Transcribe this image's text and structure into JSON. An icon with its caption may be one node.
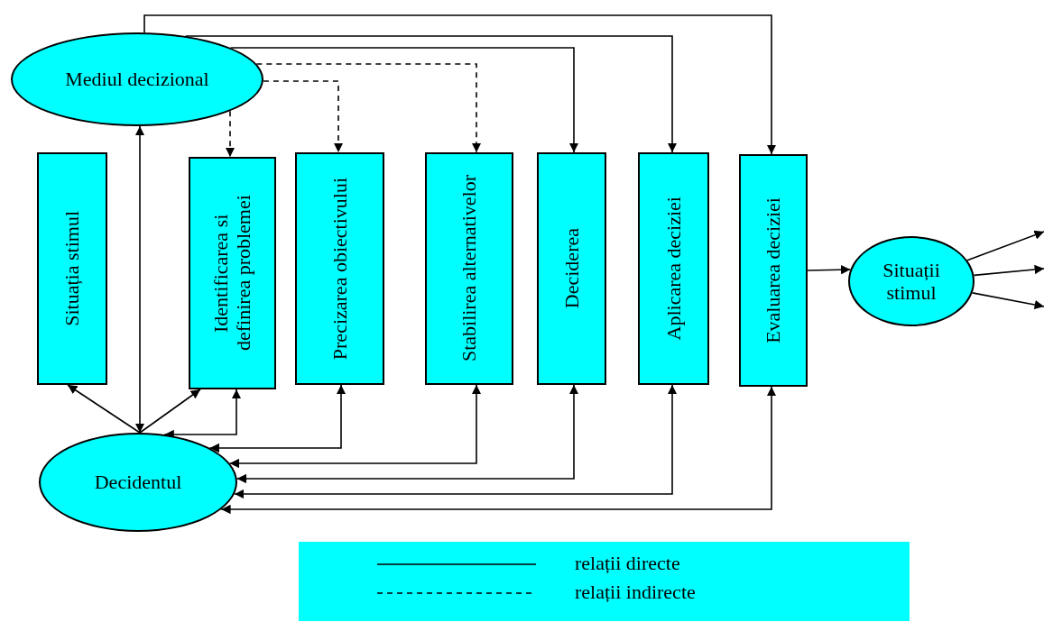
{
  "diagram": {
    "nodes": [
      {
        "text": [
          "Mediul decizional"
        ]
      },
      {
        "text": [
          "Situația stimul"
        ]
      },
      {
        "text": [
          "Identificarea si definirea problemei"
        ]
      },
      {
        "text": [
          "Precizarea obiectivului"
        ]
      },
      {
        "text": [
          "Stabilirea alternativelor"
        ]
      },
      {
        "text": [
          "Deciderea"
        ]
      },
      {
        "text": [
          "Aplicarea deciziei"
        ]
      },
      {
        "text": [
          "Evaluarea deciziei"
        ]
      },
      {
        "text": [
          "Situații stimul"
        ]
      },
      {
        "text": [
          "Decidentul"
        ]
      }
    ],
    "edges": [
      {
        "from": 0,
        "to": 7,
        "arrow": "to"
      },
      {
        "from": 0,
        "to": 6,
        "arrow": "to"
      },
      {
        "from": 0,
        "to": 5,
        "arrow": "to"
      },
      {
        "from": 0,
        "to": 4,
        "arrow": "to",
        "style": "dashed"
      },
      {
        "from": 0,
        "to": 3,
        "arrow": "to",
        "style": "dashed"
      },
      {
        "from": 0,
        "to": 2,
        "arrow": "to",
        "style": "dashed"
      },
      {
        "from": 9,
        "to": 0,
        "arrow": "both"
      },
      {
        "from": 9,
        "to": 1,
        "arrow": "to"
      },
      {
        "from": 9,
        "to": 2,
        "arrow": "to"
      },
      {
        "from": 2,
        "to": 9,
        "arrow": "both"
      },
      {
        "from": 3,
        "to": 9,
        "arrow": "both"
      },
      {
        "from": 4,
        "to": 9,
        "arrow": "both"
      },
      {
        "from": 5,
        "to": 9,
        "arrow": "both"
      },
      {
        "from": 6,
        "to": 9,
        "arrow": "both"
      },
      {
        "from": 7,
        "to": 9,
        "arrow": "both"
      },
      {
        "from": 7,
        "to": 8,
        "arrow": "to"
      },
      {
        "from": 8,
        "to": null,
        "arrow": "to"
      },
      {
        "from": 8,
        "to": null,
        "arrow": "to"
      },
      {
        "from": 8,
        "to": null,
        "arrow": "to"
      }
    ],
    "legend": [
      {
        "text": "relații directe"
      },
      {
        "text": "relații indirecte"
      }
    ]
  }
}
